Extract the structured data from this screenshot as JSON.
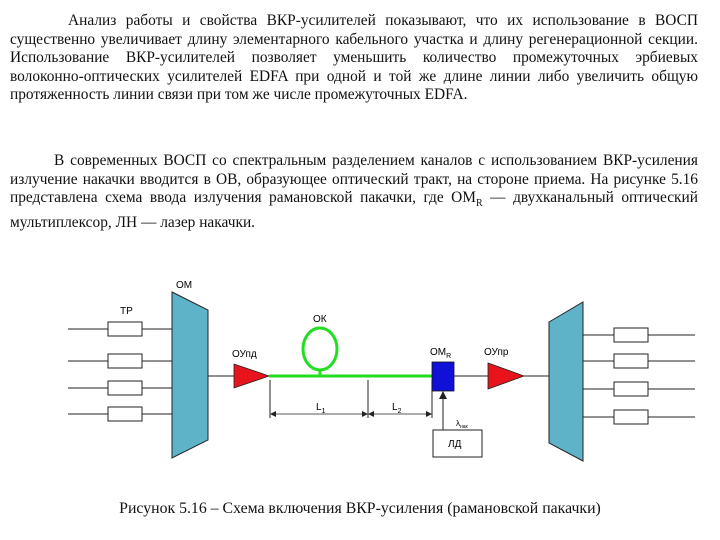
{
  "paragraphs": [
    "Анализ работы и свойства ВКР-усилителей показывают, что их использование в ВОСП существенно увеличивает длину элементарного кабельного участка и длину регенерационной секции. Использование ВКР-усилителей позволяет уменьшить количество промежуточных эрбиевых волоконно-оптических усилителей EDFA при одной и той же длине линии либо увеличить общую протяженность линии связи при том же числе промежуточных EDFA.",
    "В современных ВОСП со спектральным разделением каналов с использованием ВКР-усиления излучение накачки вводится в ОВ, образующее оптический тракт, на стороне приема. На рисунке 5.16 представлена схема ввода излучения рамановской пакачки, где ОМ",
    "— двухканальный оптический мультиплексор, ЛН — лазер накачки."
  ],
  "subscript_R": "R",
  "figure": {
    "labels": {
      "om": "ОМ",
      "tr": "ТР",
      "oupd": "ОУпд",
      "ok": "ОК",
      "omr_main": "ОМ",
      "omr_sub": "R",
      "oupr": "ОУпр",
      "l1_main": "L",
      "l1_sub": "1",
      "l2_main": "L",
      "l2_sub": "2",
      "lambda_main": "λ",
      "lambda_sub": "нак",
      "ld": "ЛД"
    },
    "colors": {
      "multiplexer": "#5fb3c8",
      "amplifier": "#e8141c",
      "fiber": "#22dd22",
      "omr_block": "#1010d8"
    }
  },
  "caption": "Рисунок 5.16 – Схема включения ВКР-усиления (рамановской пакачки)"
}
